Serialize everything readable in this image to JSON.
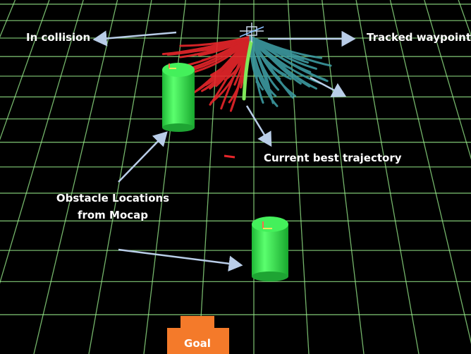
{
  "labels": {
    "in_collision": "In collision",
    "tracked_waypoint": "Tracked waypoint",
    "current_best_trajectory": "Current best trajectory",
    "obstacle_line1": "Obstacle Locations",
    "obstacle_line2": "from Mocap",
    "goal": "Goal"
  },
  "colors": {
    "background": "#000000",
    "grid": "#9bf08e",
    "collision_trajectories": "#e8262b",
    "free_trajectories": "#3c9aa0",
    "best_trajectory": "#7fe85a",
    "obstacle": "#2fe84a",
    "goal": "#f47a2a",
    "arrow": "#b9cde8",
    "label_text": "#ffffff"
  }
}
